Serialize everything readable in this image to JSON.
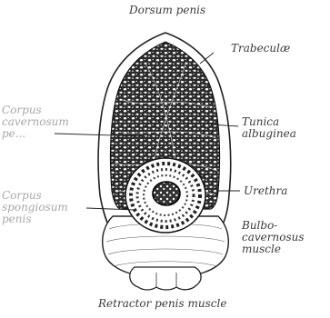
{
  "figure": {
    "labels": {
      "dorsum": "Dorsum penis",
      "trabeculae": "Trabeculæ",
      "corpus_cavernosum": "Corpus\ncavernosum\npe...",
      "tunica": "Tunica\nalbuginea",
      "corpus_spongiosum": "Corpus\nspongiosum\npenis",
      "urethra": "Urethra",
      "bulbo": "Bulbo-\ncavernosus\nmuscle",
      "retractor": "Retractor penis muscle"
    },
    "colors": {
      "ink": "#1a1a1a",
      "text": "#3a3a3a",
      "faint_text": "#a8a8a8",
      "background": "#ffffff"
    }
  }
}
